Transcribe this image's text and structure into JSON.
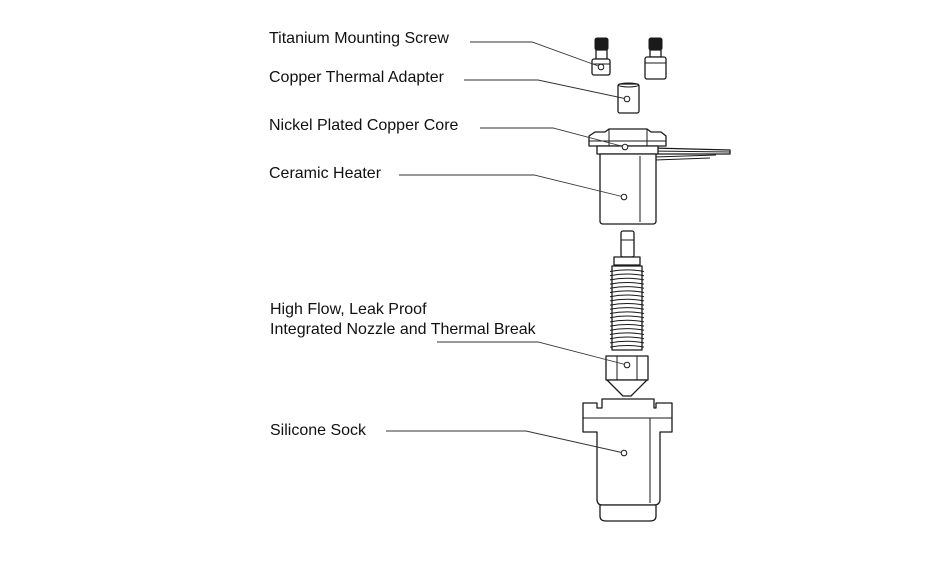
{
  "labels": {
    "mounting_screw": "Titanium Mounting Screw",
    "thermal_adapter": "Copper Thermal Adapter",
    "copper_core": "Nickel Plated Copper Core",
    "ceramic_heater": "Ceramic Heater",
    "nozzle_line1": "High Flow, Leak Proof",
    "nozzle_line2": "Integrated Nozzle and Thermal Break",
    "silicone_sock": "Silicone Sock"
  },
  "colors": {
    "line": "#1a1a1a",
    "background": "#ffffff"
  }
}
